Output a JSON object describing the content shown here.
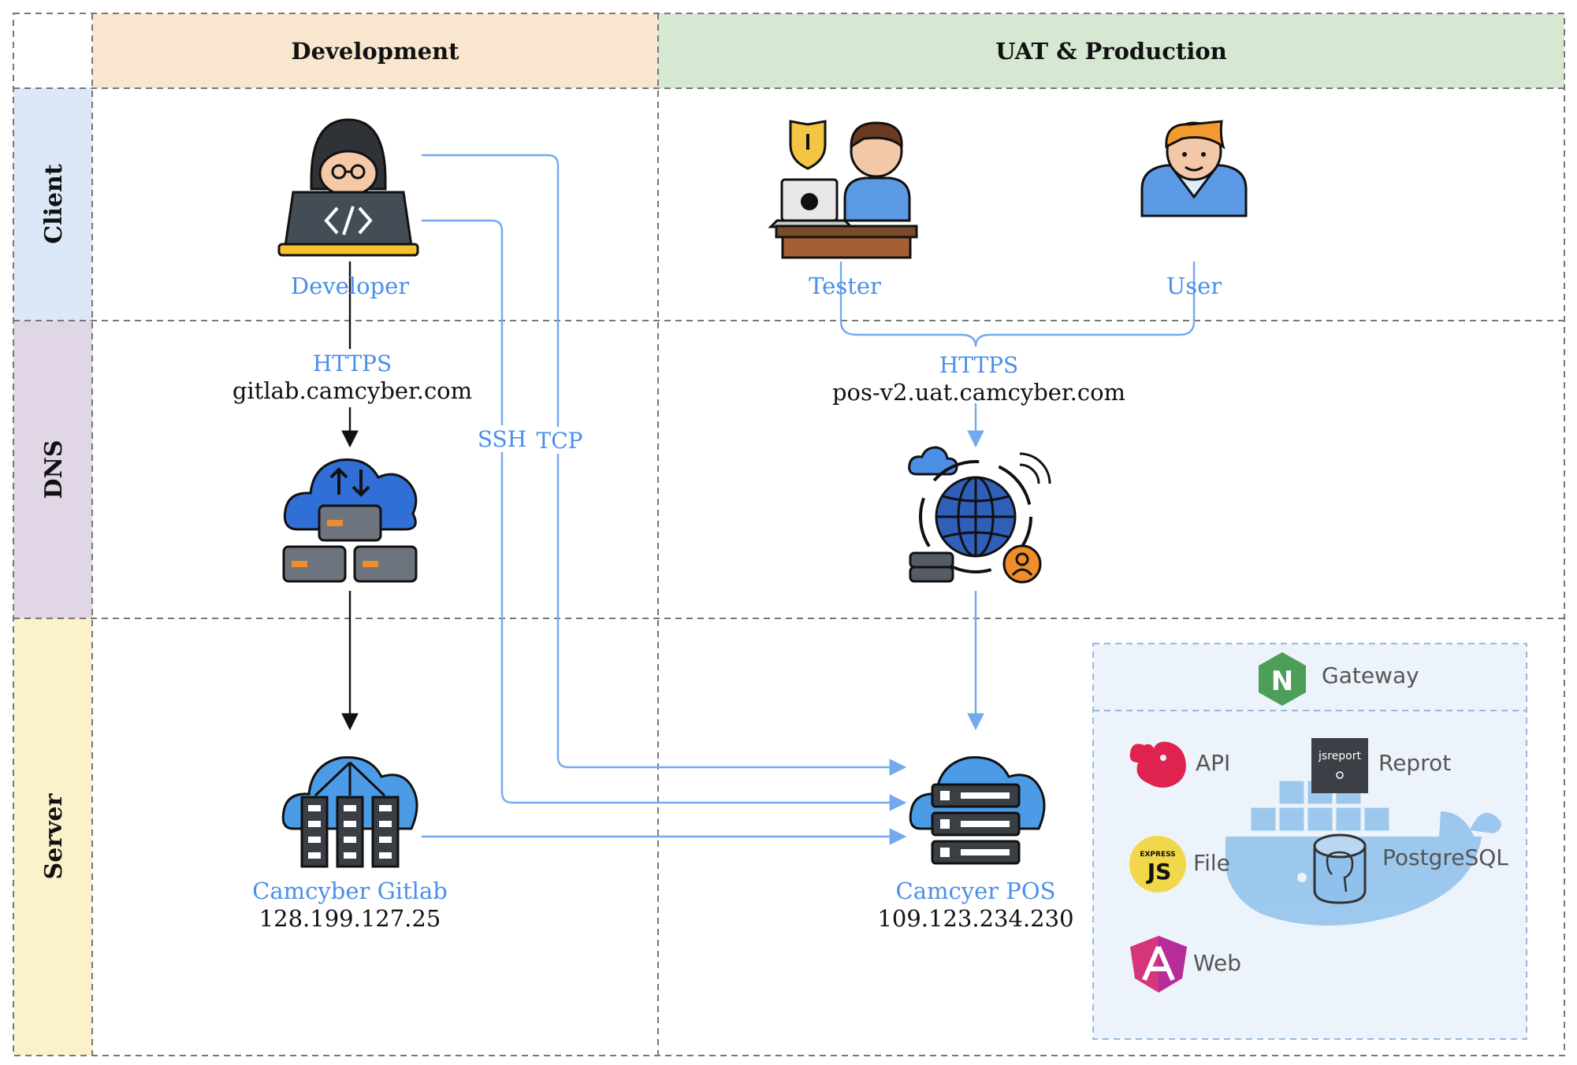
{
  "columns": {
    "development": "Development",
    "uat_production": "UAT & Production"
  },
  "lanes": {
    "client": "Client",
    "dns": "DNS",
    "server": "Server"
  },
  "nodes": {
    "developer": "Developer",
    "tester": "Tester",
    "user": "User",
    "gitlab_name": "Camcyber Gitlab",
    "gitlab_ip": "128.199.127.25",
    "pos_name": "Camcyer POS",
    "pos_ip": "109.123.234.230"
  },
  "edges": {
    "dev_protocol": "HTTPS",
    "dev_domain": "gitlab.camcyber.com",
    "uat_protocol": "HTTPS",
    "uat_domain": "pos-v2.uat.camcyber.com",
    "ssh": "SSH",
    "tcp": "TCP"
  },
  "services": {
    "gateway": "Gateway",
    "gateway_logo": "N",
    "api": "API",
    "report": "Reprot",
    "report_logo": "jsreport",
    "file": "File",
    "file_logo_small": "EXPRESS",
    "file_logo": "JS",
    "postgres": "PostgreSQL",
    "web": "Web"
  },
  "colors": {
    "header_dev": "#f8e6cf",
    "header_uat": "#d6e8d2",
    "lane_client": "#dce7f8",
    "lane_dns": "#e0d6e6",
    "lane_server": "#fbf2cc",
    "flow_blue": "#73a9ee",
    "services_bg": "#edf3fb"
  },
  "icons": [
    "developer-icon",
    "tester-icon",
    "user-icon",
    "dns-server-cloud-icon",
    "globe-network-icon",
    "gitlab-server-icon",
    "pos-server-icon",
    "nginx-icon",
    "nestjs-icon",
    "jsreport-icon",
    "express-icon",
    "docker-icon",
    "postgresql-icon",
    "angular-icon"
  ]
}
